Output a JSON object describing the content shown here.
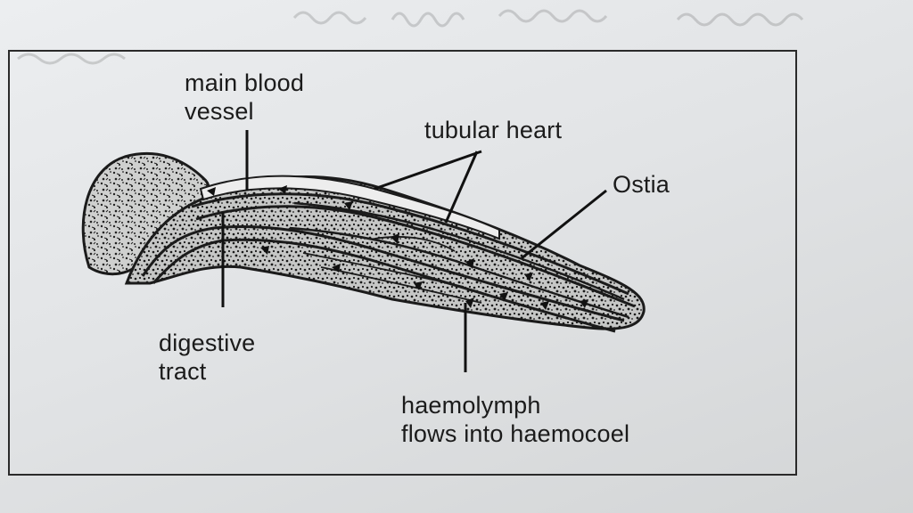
{
  "labels": {
    "main_blood_vessel": [
      "main blood",
      "vessel"
    ],
    "tubular_heart": "tubular heart",
    "ostia": "Ostia",
    "digestive_tract": [
      "digestive",
      "tract"
    ],
    "haemolymph": [
      "haemolymph",
      "flows into haemocoel"
    ]
  },
  "colors": {
    "ink": "#1b1b1b",
    "paper": "#e4e6e8"
  }
}
